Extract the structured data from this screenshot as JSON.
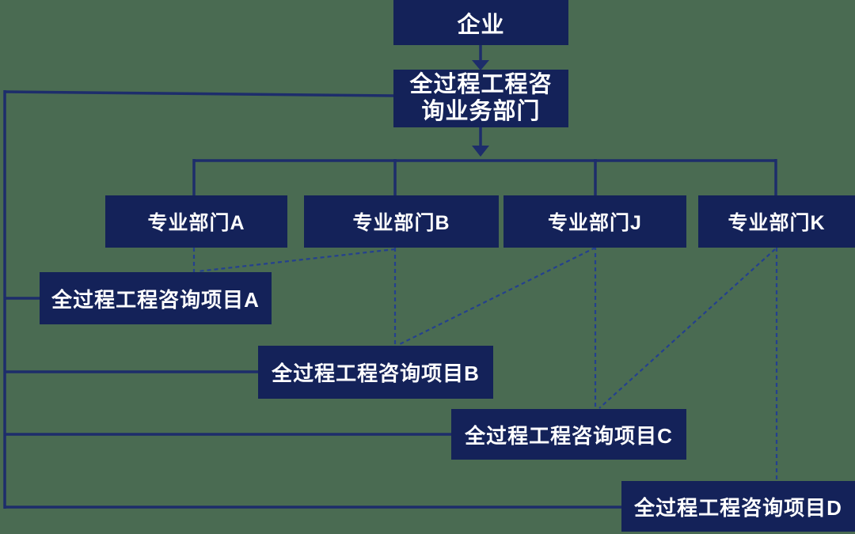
{
  "colors": {
    "background": "#4a6b52",
    "node_fill": "#142259",
    "line": "#1d2d6b",
    "dashed_line": "#24408f",
    "text": "#ffffff"
  },
  "diagram": {
    "type": "org-chart",
    "enterprise": {
      "label": "企业"
    },
    "department": {
      "label": "全过程工程咨询业务部门",
      "line1": "全过程工程咨",
      "line2": "询业务部门"
    },
    "pro_departments": [
      {
        "label": "专业部门A"
      },
      {
        "label": "专业部门B"
      },
      {
        "label": "专业部门J"
      },
      {
        "label": "专业部门K"
      }
    ],
    "projects": [
      {
        "label": "全过程工程咨询项目A"
      },
      {
        "label": "全过程工程咨询项目B"
      },
      {
        "label": "全过程工程咨询项目C"
      },
      {
        "label": "全过程工程咨询项目D"
      }
    ],
    "edges": [
      {
        "from": "企业",
        "to": "全过程工程咨询业务部门",
        "style": "solid-arrow"
      },
      {
        "from": "全过程工程咨询业务部门",
        "to": "专业部门A",
        "style": "solid-arrow-branch"
      },
      {
        "from": "全过程工程咨询业务部门",
        "to": "专业部门B",
        "style": "solid-arrow-branch"
      },
      {
        "from": "全过程工程咨询业务部门",
        "to": "专业部门J",
        "style": "solid-arrow-branch"
      },
      {
        "from": "全过程工程咨询业务部门",
        "to": "专业部门K",
        "style": "solid-arrow-branch"
      },
      {
        "from": "全过程工程咨询业务部门",
        "to": "全过程工程咨询项目A",
        "style": "solid-left-rail"
      },
      {
        "from": "全过程工程咨询业务部门",
        "to": "全过程工程咨询项目B",
        "style": "solid-left-rail"
      },
      {
        "from": "全过程工程咨询业务部门",
        "to": "全过程工程咨询项目C",
        "style": "solid-left-rail"
      },
      {
        "from": "全过程工程咨询业务部门",
        "to": "全过程工程咨询项目D",
        "style": "solid-left-rail"
      },
      {
        "from": "专业部门A",
        "to": "全过程工程咨询项目A",
        "style": "dashed"
      },
      {
        "from": "专业部门B",
        "to": "全过程工程咨询项目A",
        "style": "dashed-diagonal"
      },
      {
        "from": "专业部门B",
        "to": "全过程工程咨询项目B",
        "style": "dashed"
      },
      {
        "from": "专业部门J",
        "to": "全过程工程咨询项目B",
        "style": "dashed-diagonal"
      },
      {
        "from": "专业部门J",
        "to": "全过程工程咨询项目C",
        "style": "dashed"
      },
      {
        "from": "专业部门K",
        "to": "全过程工程咨询项目C",
        "style": "dashed-diagonal"
      },
      {
        "from": "专业部门K",
        "to": "全过程工程咨询项目D",
        "style": "dashed"
      }
    ]
  }
}
